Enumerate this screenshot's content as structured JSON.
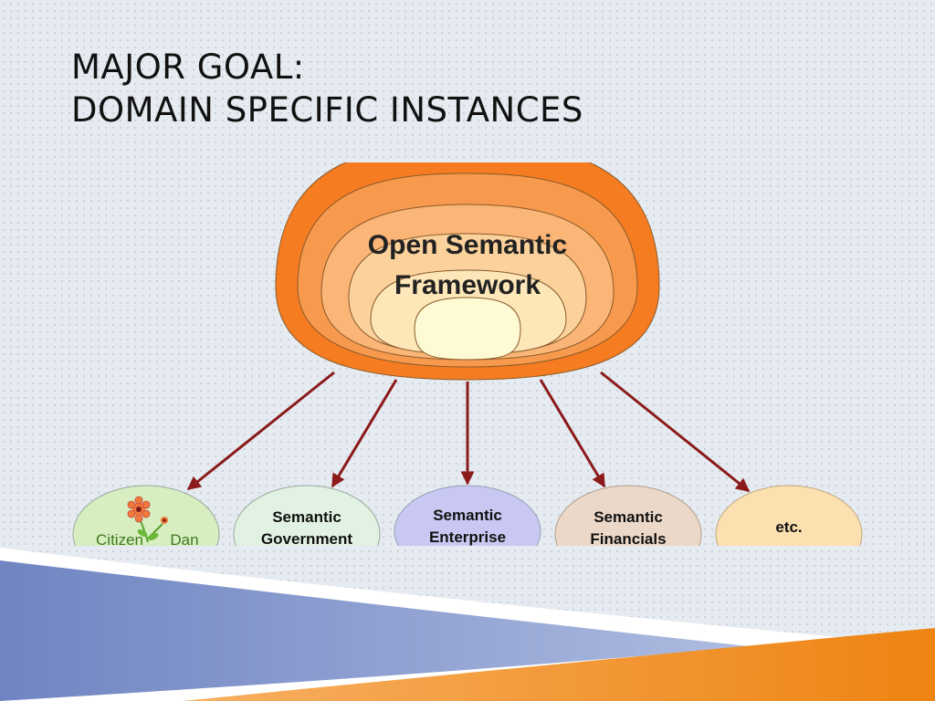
{
  "slide": {
    "title_line1": "MAJOR GOAL:",
    "title_line2": "DOMAIN SPECIFIC INSTANCES"
  },
  "framework": {
    "label_line1": "Open Semantic",
    "label_line2": "Framework",
    "ring_colors": [
      "#f57c20",
      "#f89a4e",
      "#fab577",
      "#fcd29c",
      "#fde6b8",
      "#fefad4"
    ]
  },
  "instances": [
    {
      "id": "citizen-dan",
      "line1": "Citizen",
      "line2": "Dan",
      "fill": "#d6eec0",
      "icon": "flower-icon"
    },
    {
      "id": "semantic-government",
      "line1": "Semantic",
      "line2": "Government",
      "fill": "#e2f2e2"
    },
    {
      "id": "semantic-enterprise",
      "line1": "Semantic",
      "line2": "Enterprise",
      "fill": "#c8c8f2"
    },
    {
      "id": "semantic-financials",
      "line1": "Semantic",
      "line2": "Financials",
      "fill": "#ecd8c8"
    },
    {
      "id": "etc",
      "line1": "etc.",
      "line2": "",
      "fill": "#fde0b0"
    }
  ],
  "arrow_color": "#8b1a1a",
  "footer_colors": {
    "blue": "#7b8fc8",
    "orange": "#f08a1c"
  }
}
